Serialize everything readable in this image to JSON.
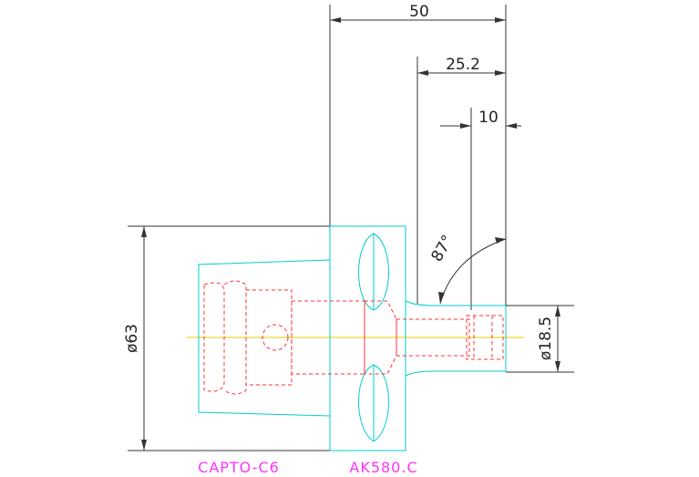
{
  "colors": {
    "background": "#ffffff",
    "dimension": "#333333",
    "tool_outline": "#00cccc",
    "hidden_lines": "#ff3333",
    "centerline": "#e6c800",
    "labels": "#ff33ff"
  },
  "dimensions": {
    "overall_length": "50",
    "projection": "25.2",
    "tip_length": "10",
    "angle": "87°",
    "flange_diameter": "ø63",
    "tip_diameter": "ø18.5"
  },
  "labels": {
    "left": "CAPTO-C6",
    "right": "AK580.C"
  }
}
